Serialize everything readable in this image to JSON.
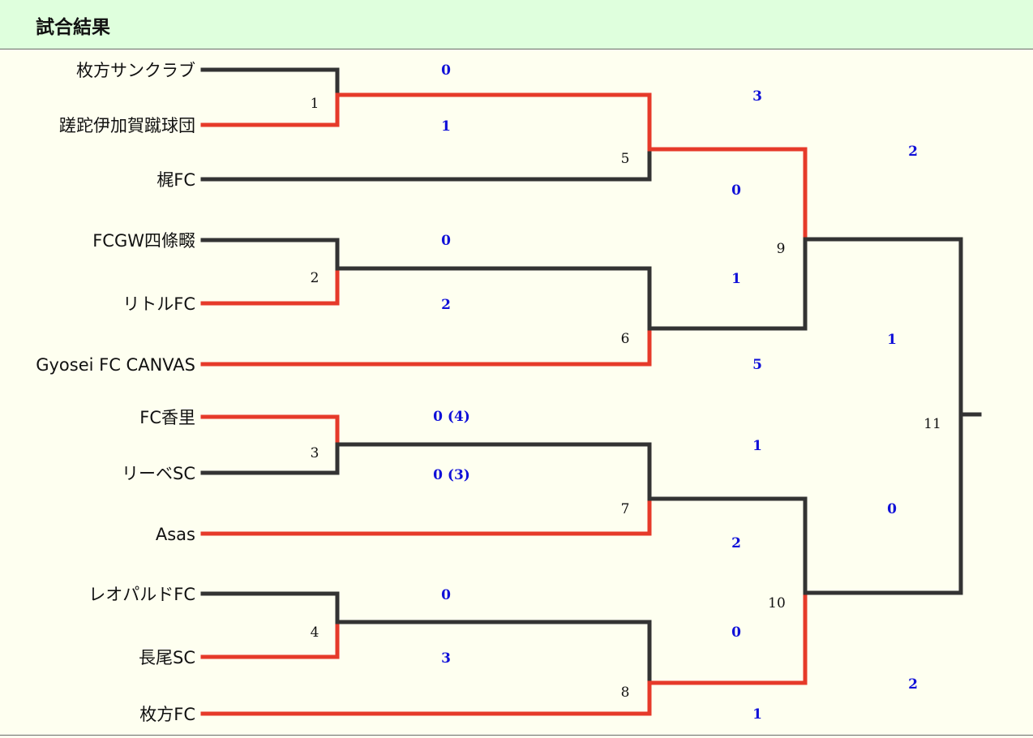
{
  "header": {
    "title": "試合結果"
  },
  "teams": [
    "枚方サンクラブ",
    "蹉跎伊加賀蹴球団",
    "梶FC",
    "FCGW四條畷",
    "リトルFC",
    "Gyosei FC CANVAS",
    "FC香里",
    "リーベSC",
    "Asas",
    "レオパルドFC",
    "長尾SC",
    "枚方FC"
  ],
  "matches": [
    {
      "number": "1",
      "top_score": "0",
      "bottom_score": "1",
      "winner": "bottom"
    },
    {
      "number": "2",
      "top_score": "0",
      "bottom_score": "2",
      "winner": "bottom"
    },
    {
      "number": "3",
      "top_score": "0 (4)",
      "bottom_score": "0 (3)",
      "winner": "top"
    },
    {
      "number": "4",
      "top_score": "0",
      "bottom_score": "3",
      "winner": "bottom"
    },
    {
      "number": "5",
      "top_score": "3",
      "bottom_score": "0",
      "winner": "top"
    },
    {
      "number": "6",
      "top_score": "1",
      "bottom_score": "5",
      "winner": "bottom"
    },
    {
      "number": "7",
      "top_score": "1",
      "bottom_score": "2",
      "winner": "bottom"
    },
    {
      "number": "8",
      "top_score": "0",
      "bottom_score": "1",
      "winner": "bottom"
    },
    {
      "number": "9",
      "top_score": "2",
      "bottom_score": "1",
      "winner": "top"
    },
    {
      "number": "10",
      "top_score": "0",
      "bottom_score": "2",
      "winner": "bottom"
    },
    {
      "number": "11",
      "top_score": "",
      "bottom_score": "",
      "winner": "none"
    }
  ],
  "colors": {
    "winner_line": "#e63a2a",
    "loser_line": "#333333",
    "score": "#1010d8",
    "header_bg": "#dfffdd",
    "page_bg": "#fefff0"
  }
}
